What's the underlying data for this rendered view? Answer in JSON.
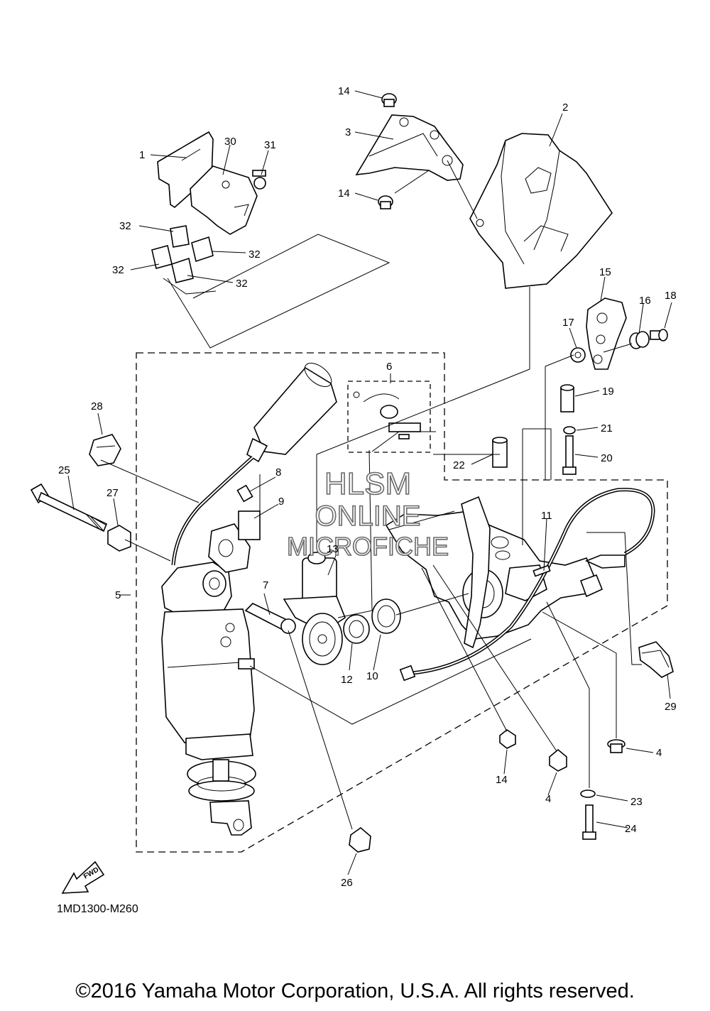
{
  "diagram": {
    "code": "1MD1300-M260",
    "copyright": "©2016 Yamaha Motor Corporation, U.S.A. All rights reserved.",
    "watermark": [
      "HLSM",
      "ONLINE",
      "MICROFICHE"
    ],
    "fwd_label": "FWD",
    "callouts": {
      "c1": "1",
      "c2": "2",
      "c3": "3",
      "c4a": "4",
      "c4b": "4",
      "c5": "5",
      "c6": "6",
      "c7": "7",
      "c8": "8",
      "c9": "9",
      "c10": "10",
      "c11": "11",
      "c12": "12",
      "c13": "13",
      "c14a": "14",
      "c14b": "14",
      "c14c": "14",
      "c15": "15",
      "c16": "16",
      "c17": "17",
      "c18": "18",
      "c19": "19",
      "c20": "20",
      "c21": "21",
      "c22": "22",
      "c23": "23",
      "c24": "24",
      "c25": "25",
      "c26": "26",
      "c27": "27",
      "c28": "28",
      "c29": "29",
      "c30": "30",
      "c31": "31",
      "c32a": "32",
      "c32b": "32",
      "c32c": "32",
      "c32d": "32"
    }
  }
}
